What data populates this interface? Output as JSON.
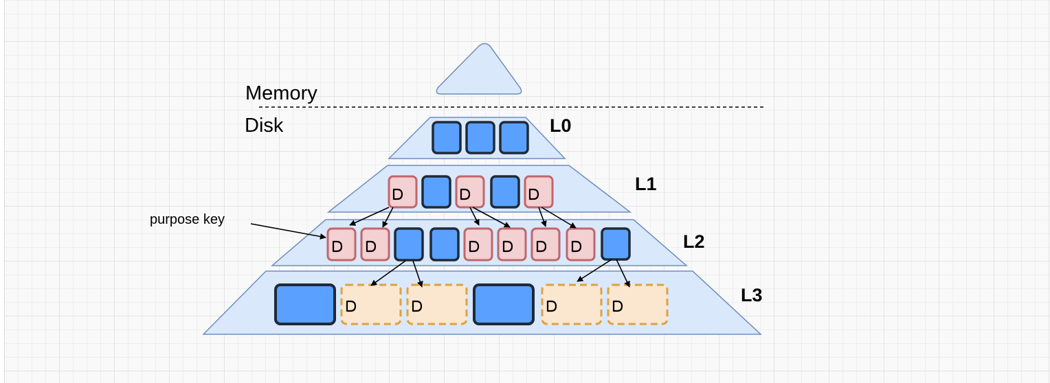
{
  "regions": {
    "memory": "Memory",
    "disk": "Disk"
  },
  "levels": {
    "l0": "L0",
    "l1": "L1",
    "l2": "L2",
    "l3": "L3"
  },
  "annotation": {
    "purpose_key": "purpose key"
  },
  "colors": {
    "level_fill": "#dae8fc",
    "level_stroke": "#6c8ebf",
    "key_block_fill": "#5aa1ff",
    "key_block_stroke": "#1f2a38",
    "tombstone_fill": "#f3d0d2",
    "tombstone_stroke": "#c0666c",
    "dropped_fill": "#fbe6d0",
    "dropped_stroke": "#dca33c"
  }
}
